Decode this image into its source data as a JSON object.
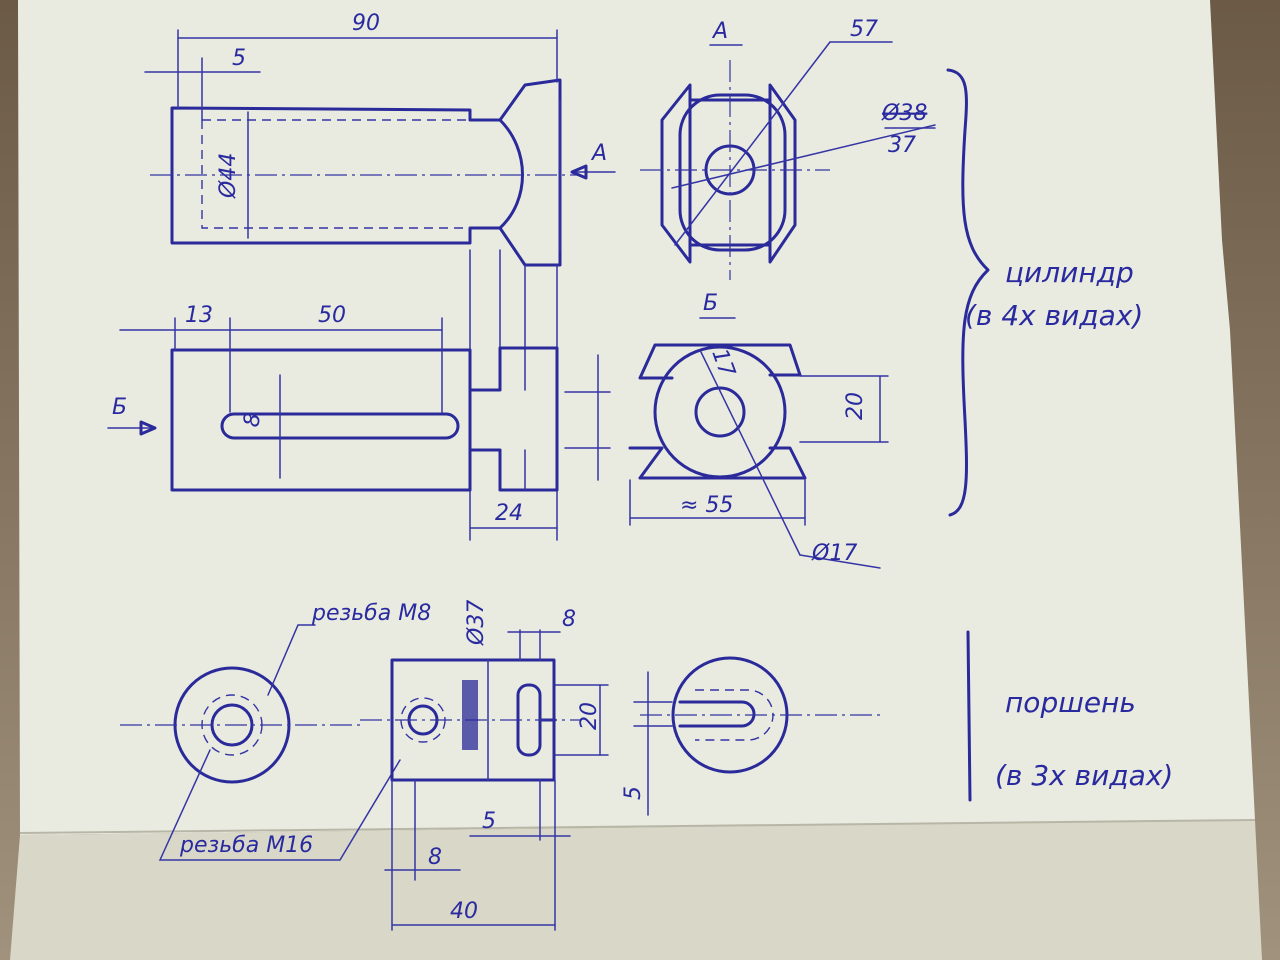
{
  "colors": {
    "ink": "#2a2a9a",
    "paper": "#e9ebe0",
    "background": "#7a6a55"
  },
  "cylinder_front": {
    "dim_length": "90",
    "dim_offset": "5",
    "dim_bore": "Ø44",
    "view_arrow": "A"
  },
  "cylinder_view_a": {
    "title": "A",
    "dim_diagonal": "57",
    "dim_bore_struck": "Ø38",
    "dim_bore": "37"
  },
  "cylinder_top": {
    "dim_offset": "13",
    "dim_slot_length": "50",
    "dim_slot_width": "8",
    "dim_head_width": "24",
    "view_arrow": "Б"
  },
  "cylinder_view_b": {
    "title": "Б",
    "dim_flat": "20",
    "dim_width": "≈ 55",
    "dim_hole": "Ø17",
    "dim_rib": "17"
  },
  "cylinder_note": {
    "line1": "цилиндр",
    "line2": "(в 4х видах)"
  },
  "piston": {
    "thread_m8": "резьба М8",
    "thread_m16": "резьба М16",
    "dim_diameter": "Ø37",
    "dim_pin_8_top": "8",
    "dim_height": "20",
    "dim_5_bottom": "5",
    "dim_8_bottom": "8",
    "dim_40": "40",
    "dim_5_side": "5"
  },
  "piston_note": {
    "line1": "поршень",
    "line2": "(в 3х видах)"
  }
}
